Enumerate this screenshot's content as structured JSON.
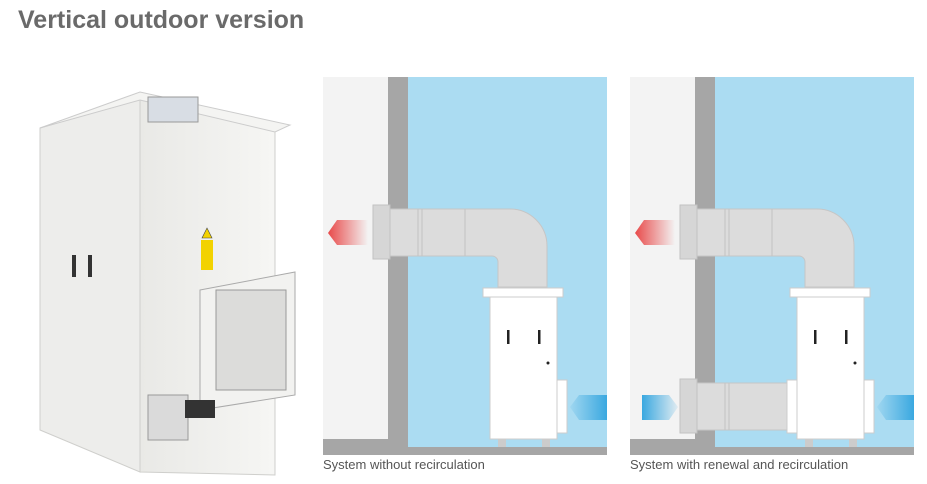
{
  "title": "Vertical outdoor version",
  "diagrams": [
    {
      "caption": "System without recirculation",
      "recirculation": false
    },
    {
      "caption": "System with renewal and recirculation",
      "recirculation": true
    }
  ],
  "colors": {
    "indoor": "#abdcf2",
    "outdoor": "#f3f3f3",
    "wall": "#a6a6a6",
    "exhaust_arrow": "#e84a4a",
    "supply_arrow": "#3aa8e0"
  }
}
